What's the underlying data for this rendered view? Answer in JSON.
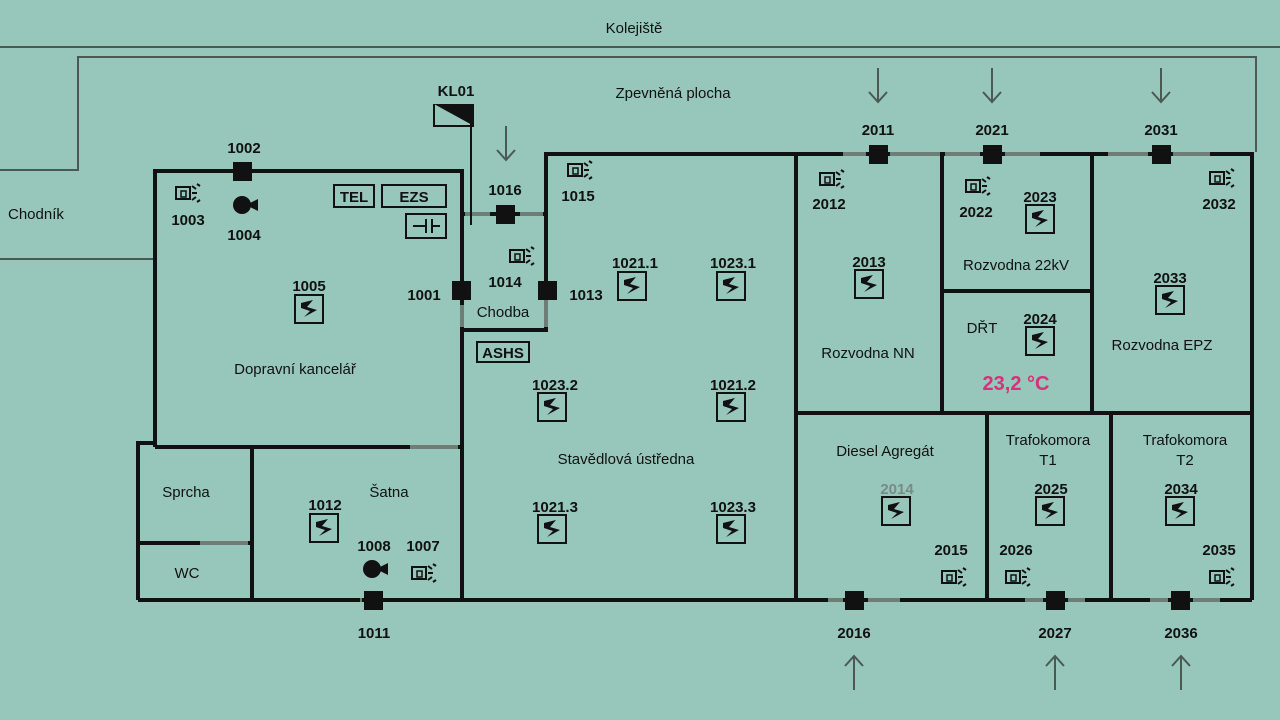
{
  "labels": {
    "kolejiste": "Kolejiště",
    "zpevnena": "Zpevněná plocha",
    "chodnik": "Chodník",
    "kl01": "KL01",
    "tel": "TEL",
    "ezs": "EZS",
    "ashs": "ASHS",
    "temperature": "23,2 °C",
    "temperature_color": "#d8307a",
    "inactive_color": "#7a8a84"
  },
  "rooms": {
    "dopravni": "Dopravní kancelář",
    "chodba": "Chodba",
    "stavedlova": "Stavědlová ústředna",
    "rozvodna_nn": "Rozvodna NN",
    "rozvodna_22kv": "Rozvodna 22kV",
    "drt": "DŘT",
    "rozvodna_epz": "Rozvodna EPZ",
    "sprcha": "Sprcha",
    "wc": "WC",
    "satna": "Šatna",
    "diesel": "Diesel Agregát",
    "trafo_t1_a": "Trafokomora",
    "trafo_t1_b": "T1",
    "trafo_t2_a": "Trafokomora",
    "trafo_t2_b": "T2"
  },
  "doors": {
    "d1001": "1001",
    "d1002": "1002",
    "d1011": "1011",
    "d1013": "1013",
    "d1016": "1016",
    "d2011": "2011",
    "d2021": "2021",
    "d2031": "2031",
    "d2016": "2016",
    "d2027": "2027",
    "d2036": "2036"
  },
  "sensors": {
    "s1003": "1003",
    "s1007": "1007",
    "s1014": "1014",
    "s1015": "1015",
    "s2012": "2012",
    "s2022": "2022",
    "s2032": "2032",
    "s2015": "2015",
    "s2026": "2026",
    "s2035": "2035"
  },
  "sirens": {
    "s1004": "1004",
    "s1008": "1008"
  },
  "detectors": {
    "d1005": "1005",
    "d1012": "1012",
    "d1021_1": "1021.1",
    "d1023_1": "1023.1",
    "d1023_2": "1023.2",
    "d1021_2": "1021.2",
    "d1021_3": "1021.3",
    "d1023_3": "1023.3",
    "d2013": "2013",
    "d2023": "2023",
    "d2024": "2024",
    "d2033": "2033",
    "d2014": "2014",
    "d2025": "2025",
    "d2034": "2034"
  }
}
